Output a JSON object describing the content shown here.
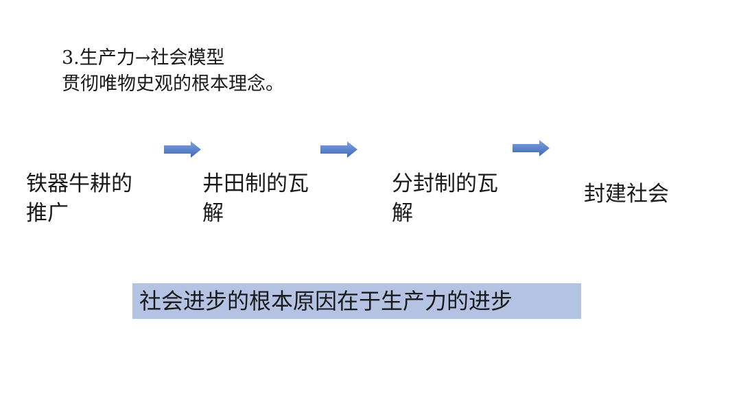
{
  "header": {
    "line1": "3.生产力→社会模型",
    "line2": "贯彻唯物史观的根本理念。"
  },
  "flow": {
    "items": [
      {
        "line1": "铁器牛耕的",
        "line2": "推广"
      },
      {
        "line1": "井田制的瓦",
        "line2": "解"
      },
      {
        "line1": "分封制的瓦",
        "line2": "解"
      },
      {
        "line1": "封建社会",
        "line2": ""
      }
    ],
    "arrow_icon": "right-arrow-icon",
    "arrow_color": "#4f7ac8"
  },
  "summary": {
    "text": "社会进步的根本原因在于生产力的进步",
    "background": "#b4c3e4"
  }
}
